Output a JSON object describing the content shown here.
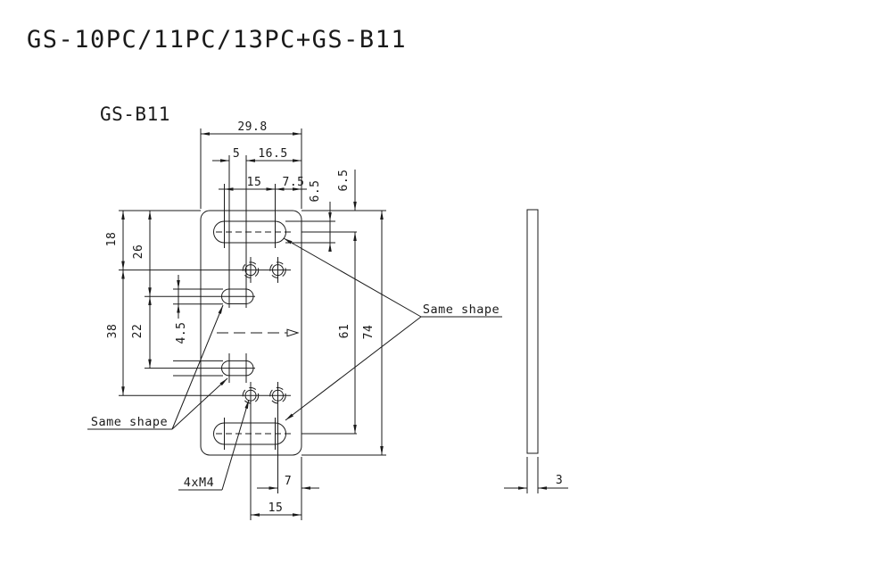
{
  "title": "GS-10PC/11PC/13PC+GS-B11",
  "view_label": "GS-B11",
  "notes": {
    "same_shape_right": "Same shape",
    "same_shape_left": "Same shape",
    "thread_note": "4xM4"
  },
  "dimensions": {
    "overall_width": "29.8",
    "mid_slot_cc": "5",
    "mid_slot_to_edge": "16.5",
    "top_slot_cc": "15",
    "top_slot_to_edge": "7.5",
    "top_slot_width": "6.5",
    "top_edge_to_slot_center": "6.5",
    "top_to_hole_row": "18",
    "top_to_mid_slot": "26",
    "hole_rows_span": "38",
    "mid_to_lower_slot": "22",
    "small_slot_width": "4.5",
    "slot_centers_span": "61",
    "overall_height": "74",
    "hole_to_edge": "7",
    "hole_to_edge_far": "15",
    "thickness": "3"
  },
  "colors": {
    "line": "#1a1a1a",
    "background": "#ffffff"
  }
}
